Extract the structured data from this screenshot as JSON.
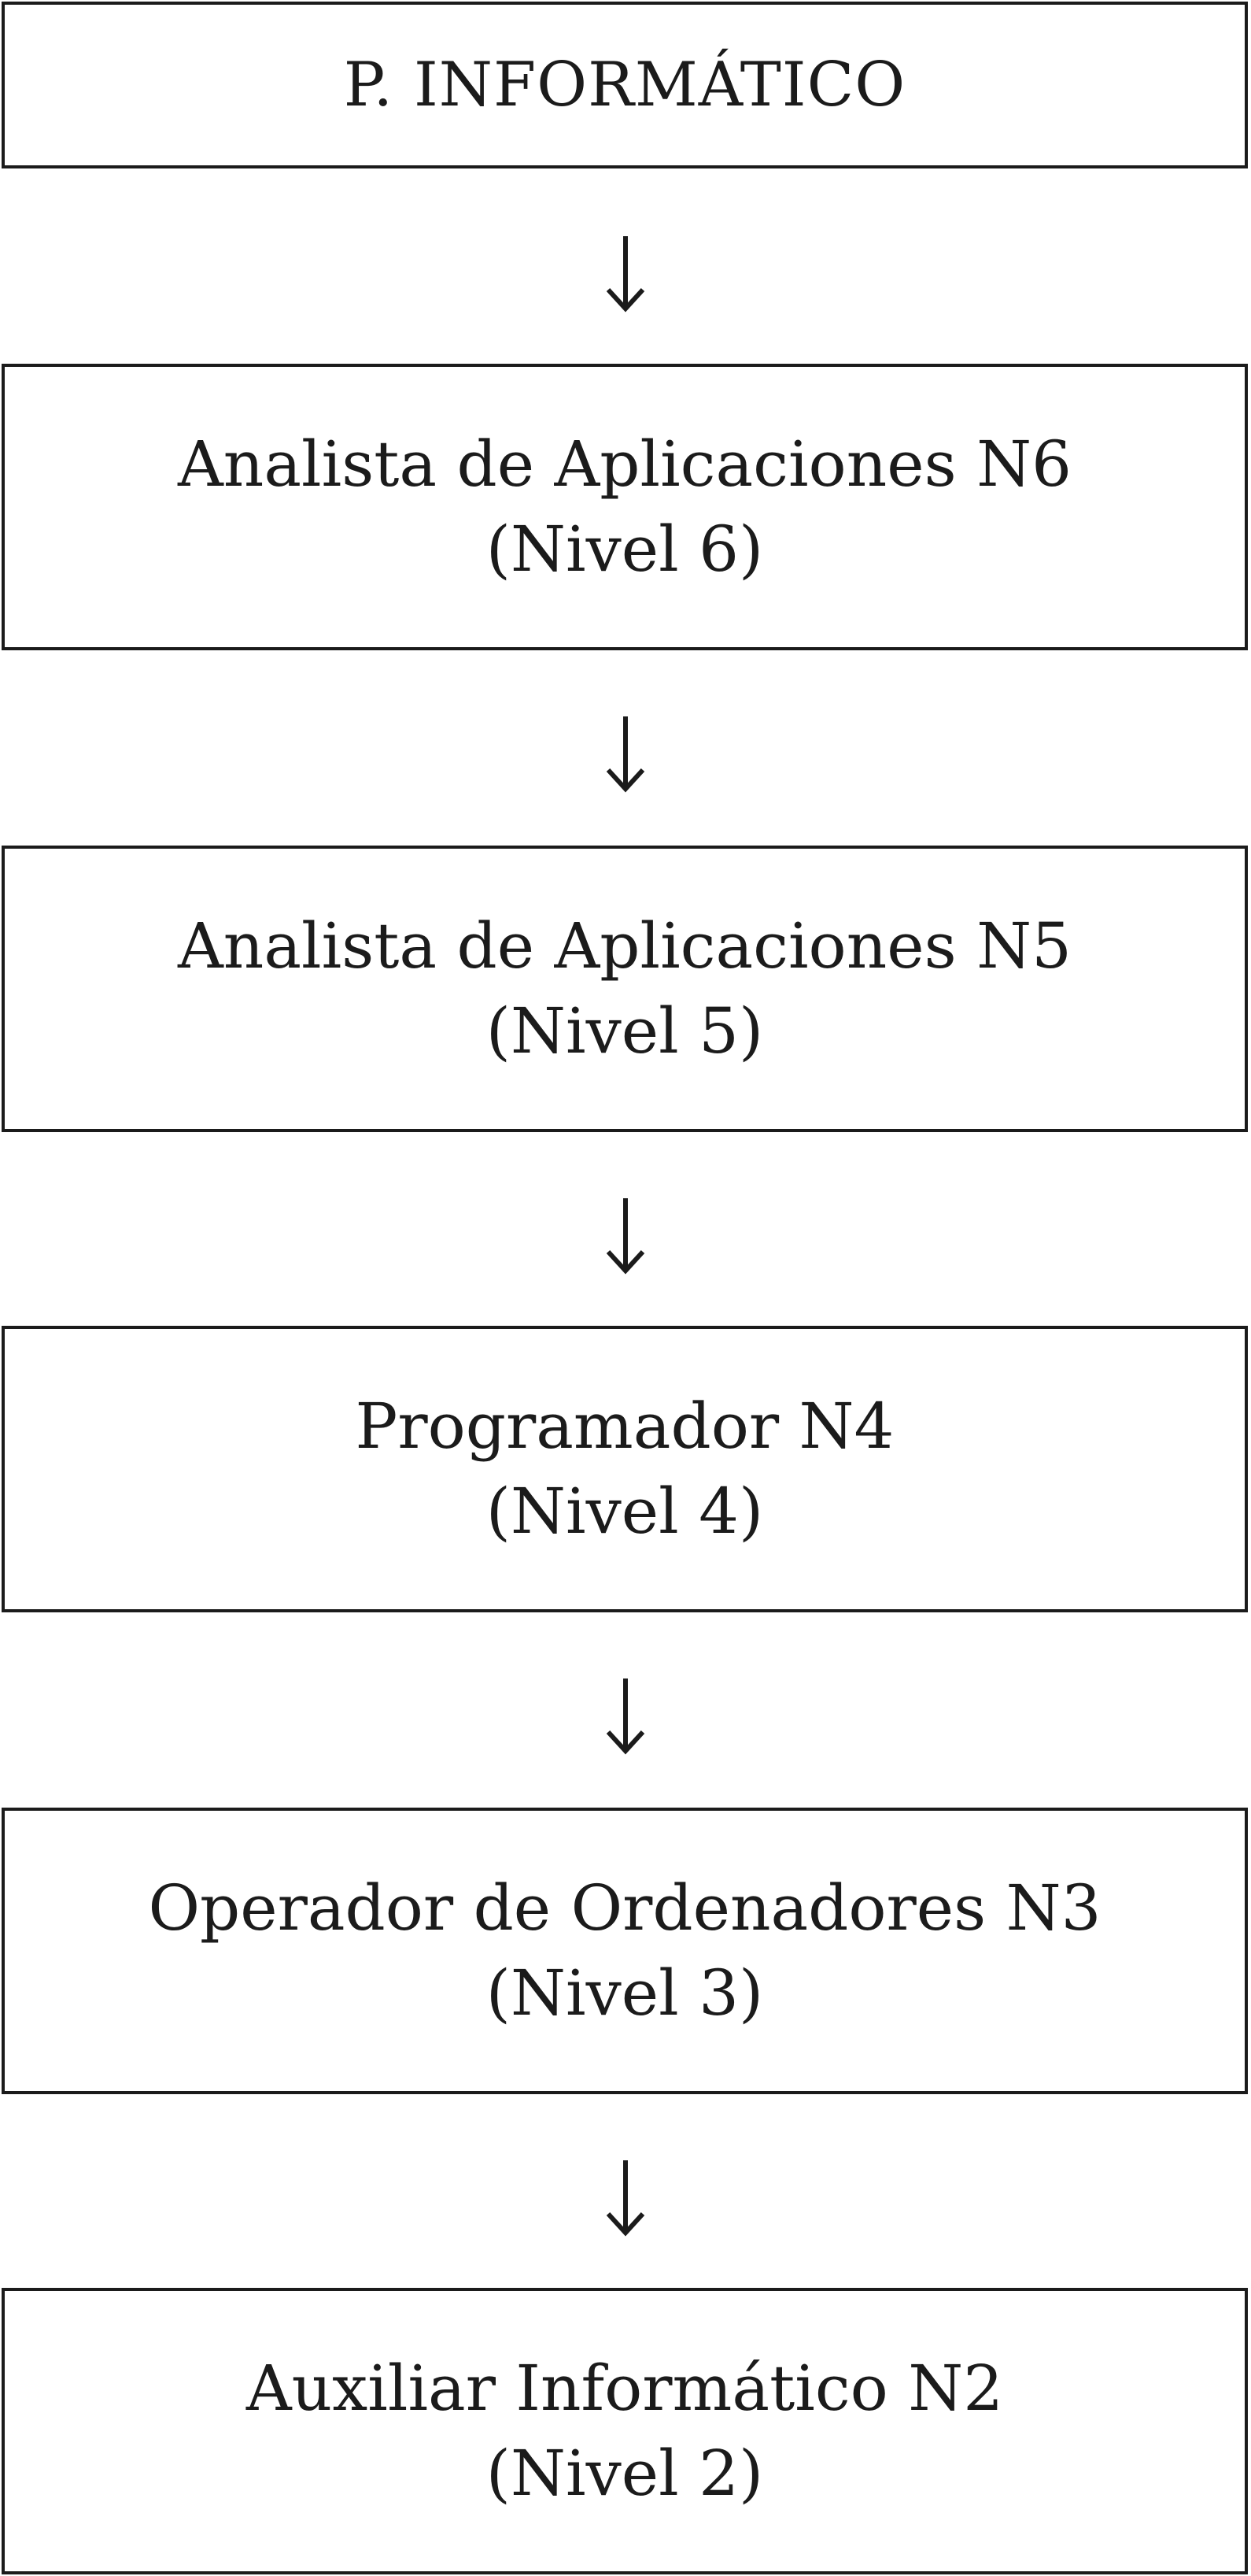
{
  "diagram": {
    "header": {
      "label": "P. INFORMÁTICO"
    },
    "levels": [
      {
        "title": "Analista de Aplicaciones N6",
        "level": "(Nivel 6)"
      },
      {
        "title": "Analista de Aplicaciones N5",
        "level": "(Nivel 5)"
      },
      {
        "title": "Programador N4",
        "level": "(Nivel 4)"
      },
      {
        "title": "Operador de Ordenadores N3",
        "level": "(Nivel 3)"
      },
      {
        "title": "Auxiliar Informático N2",
        "level": "(Nivel 2)"
      }
    ],
    "colors": {
      "stroke": "#1b1b1b",
      "background": "#ffffff"
    },
    "connector_icon": "down-arrow-icon"
  }
}
